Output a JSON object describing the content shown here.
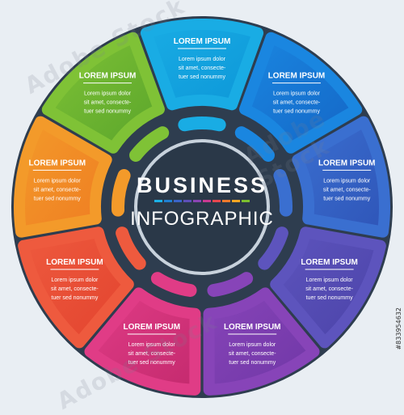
{
  "center": {
    "title": "BUSINESS",
    "subtitle": "INFOGRAPHIC",
    "bar_colors": [
      "#1cb0e6",
      "#1f7fd1",
      "#3a64c9",
      "#5e4fb8",
      "#8a44b3",
      "#c93a91",
      "#e8474f",
      "#ef7a2c",
      "#f5a623",
      "#7cbf2f"
    ]
  },
  "segments": [
    {
      "title": "LOREM IPSUM",
      "lines": [
        "Lorem ipsum dolor",
        "sit amet, consecte-",
        "tuer sed nonummy"
      ],
      "color": "#19ace4",
      "color2": "#0d97d8"
    },
    {
      "title": "LOREM IPSUM",
      "lines": [
        "Lorem ipsum dolor",
        "sit amet, consecte-",
        "tuer sed nonummy"
      ],
      "color": "#1a86e0",
      "color2": "#1466c6"
    },
    {
      "title": "LOREM IPSUM",
      "lines": [
        "Lorem ipsum dolor",
        "sit amet, consecte-",
        "tuer sed nonummy"
      ],
      "color": "#3a6fd0",
      "color2": "#2f55b8"
    },
    {
      "title": "LOREM IPSUM",
      "lines": [
        "Lorem ipsum dolor",
        "sit amet, consecte-",
        "tuer sed nonummy"
      ],
      "color": "#5d54bd",
      "color2": "#4b43a8"
    },
    {
      "title": "LOREM IPSUM",
      "lines": [
        "Lorem ipsum dolor",
        "sit amet, consecte-",
        "tuer sed nonummy"
      ],
      "color": "#8744b8",
      "color2": "#6f37a6"
    },
    {
      "title": "LOREM IPSUM",
      "lines": [
        "Lorem ipsum dolor",
        "sit amet, consecte-",
        "tuer sed nonummy"
      ],
      "color": "#e03c86",
      "color2": "#c42a6e"
    },
    {
      "title": "LOREM IPSUM",
      "lines": [
        "Lorem ipsum dolor",
        "sit amet, consecte-",
        "tuer sed nonummy"
      ],
      "color": "#ee5a3e",
      "color2": "#e2432e"
    },
    {
      "title": "LOREM IPSUM",
      "lines": [
        "Lorem ipsum dolor",
        "sit amet, consecte-",
        "tuer sed nonummy"
      ],
      "color": "#f39a2a",
      "color2": "#ef7d22"
    },
    {
      "title": "LOREM IPSUM",
      "lines": [
        "Lorem ipsum dolor",
        "sit amet, consecte-",
        "tuer sed nonummy"
      ],
      "color": "#7fc236",
      "color2": "#5aa52b"
    }
  ],
  "watermark": "Adobe Stock",
  "stock_id": "#833954632",
  "colors": {
    "disc": "#2e3d4f",
    "core": "#2a3848",
    "ring": "#c8d2dc",
    "text": "#ffffff"
  }
}
